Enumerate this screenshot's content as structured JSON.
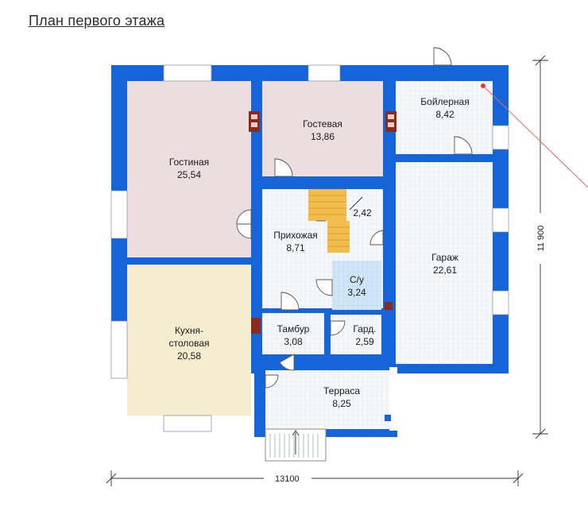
{
  "title": "План первого этажа",
  "rooms": {
    "living": {
      "name": "Гостиная",
      "area": "25,54"
    },
    "guest": {
      "name": "Гостевая",
      "area": "13,86"
    },
    "boiler": {
      "name": "Бойлерная",
      "area": "8,42"
    },
    "hall": {
      "name": "Прихожая",
      "area": "8,71"
    },
    "stair": {
      "area": "2,42"
    },
    "garage": {
      "name": "Гараж",
      "area": "22,61"
    },
    "wc": {
      "name": "С/у",
      "area": "3,24"
    },
    "kitchen": {
      "name_line1": "Кухня-",
      "name_line2": "столовая",
      "area": "20,58"
    },
    "vestibule": {
      "name": "Тамбур",
      "area": "3,08"
    },
    "wardrobe": {
      "name": "Гард.",
      "area": "2,59"
    },
    "terrace": {
      "name": "Терраса",
      "area": "8,25"
    }
  },
  "dimensions": {
    "width": "13100",
    "height": "11 900"
  },
  "colors": {
    "wall": "#1565d8",
    "living_fill": "#ecdde0",
    "kitchen_fill": "#f6ecd0",
    "tile_fill": "#f4f6f8",
    "wc_fill": "#cfe6f7",
    "stair_fill": "#f2bc4e",
    "chimney": "#8b2b1e"
  }
}
